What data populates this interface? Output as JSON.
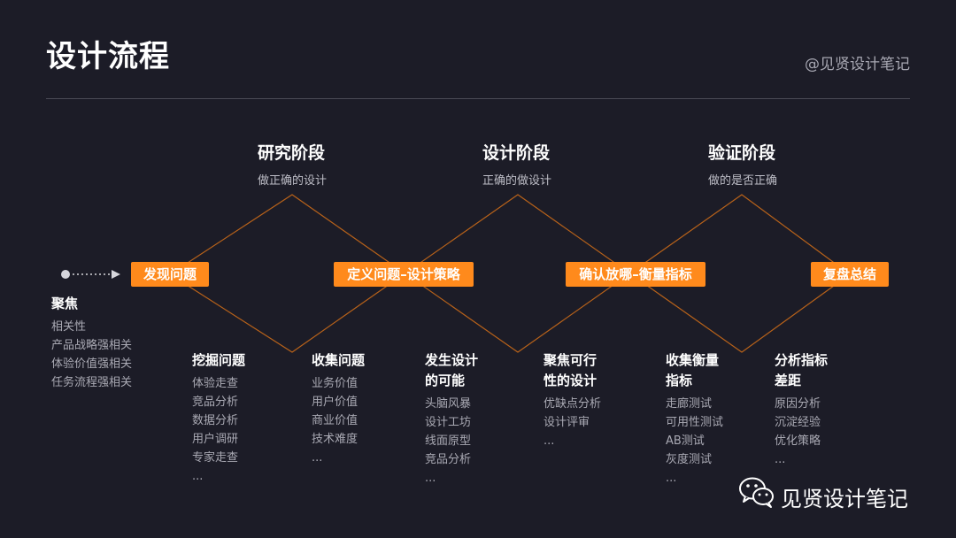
{
  "header": {
    "title": "设计流程",
    "account_top": "@见贤设计笔记"
  },
  "phases": [
    {
      "title": "研究阶段",
      "subtitle": "做正确的设计"
    },
    {
      "title": "设计阶段",
      "subtitle": "正确的做设计"
    },
    {
      "title": "验证阶段",
      "subtitle": "做的是否正确"
    }
  ],
  "milestones": [
    {
      "label": "发现问题"
    },
    {
      "label": "定义问题–设计策略"
    },
    {
      "label": "确认放哪–衡量指标"
    },
    {
      "label": "复盘总结"
    }
  ],
  "focus": {
    "title": "聚焦",
    "items": [
      "相关性",
      "产品战略强相关",
      "体验价值强相关",
      "任务流程强相关"
    ]
  },
  "columns": [
    {
      "title": "挖掘问题",
      "items": [
        "体验走查",
        "竞品分析",
        "数据分析",
        "用户调研",
        "专家走查",
        "..."
      ]
    },
    {
      "title": "收集问题",
      "items": [
        "业务价值",
        "用户价值",
        "商业价值",
        "技术难度",
        "..."
      ]
    },
    {
      "title": "发生设计的可能",
      "items": [
        "头脑风暴",
        "设计工坊",
        "线面原型",
        "竞品分析",
        "..."
      ]
    },
    {
      "title": "聚焦可行性的设计",
      "items": [
        "优缺点分析",
        "设计评审",
        "..."
      ]
    },
    {
      "title": "收集衡量指标",
      "items": [
        "走廊测试",
        "可用性测试",
        "AB测试",
        "灰度测试",
        "..."
      ]
    },
    {
      "title": "分析指标差距",
      "items": [
        "原因分析",
        "沉淀经验",
        "优化策略",
        "..."
      ]
    }
  ],
  "footer": {
    "account_name": "见贤设计笔记"
  },
  "colors": {
    "background": "#1c1c27",
    "accent": "#ff8a1c",
    "line": "#b8621a",
    "muted_text": "#a9a9b3"
  },
  "icons": [
    "wechat-icon",
    "arrow-right-icon"
  ]
}
